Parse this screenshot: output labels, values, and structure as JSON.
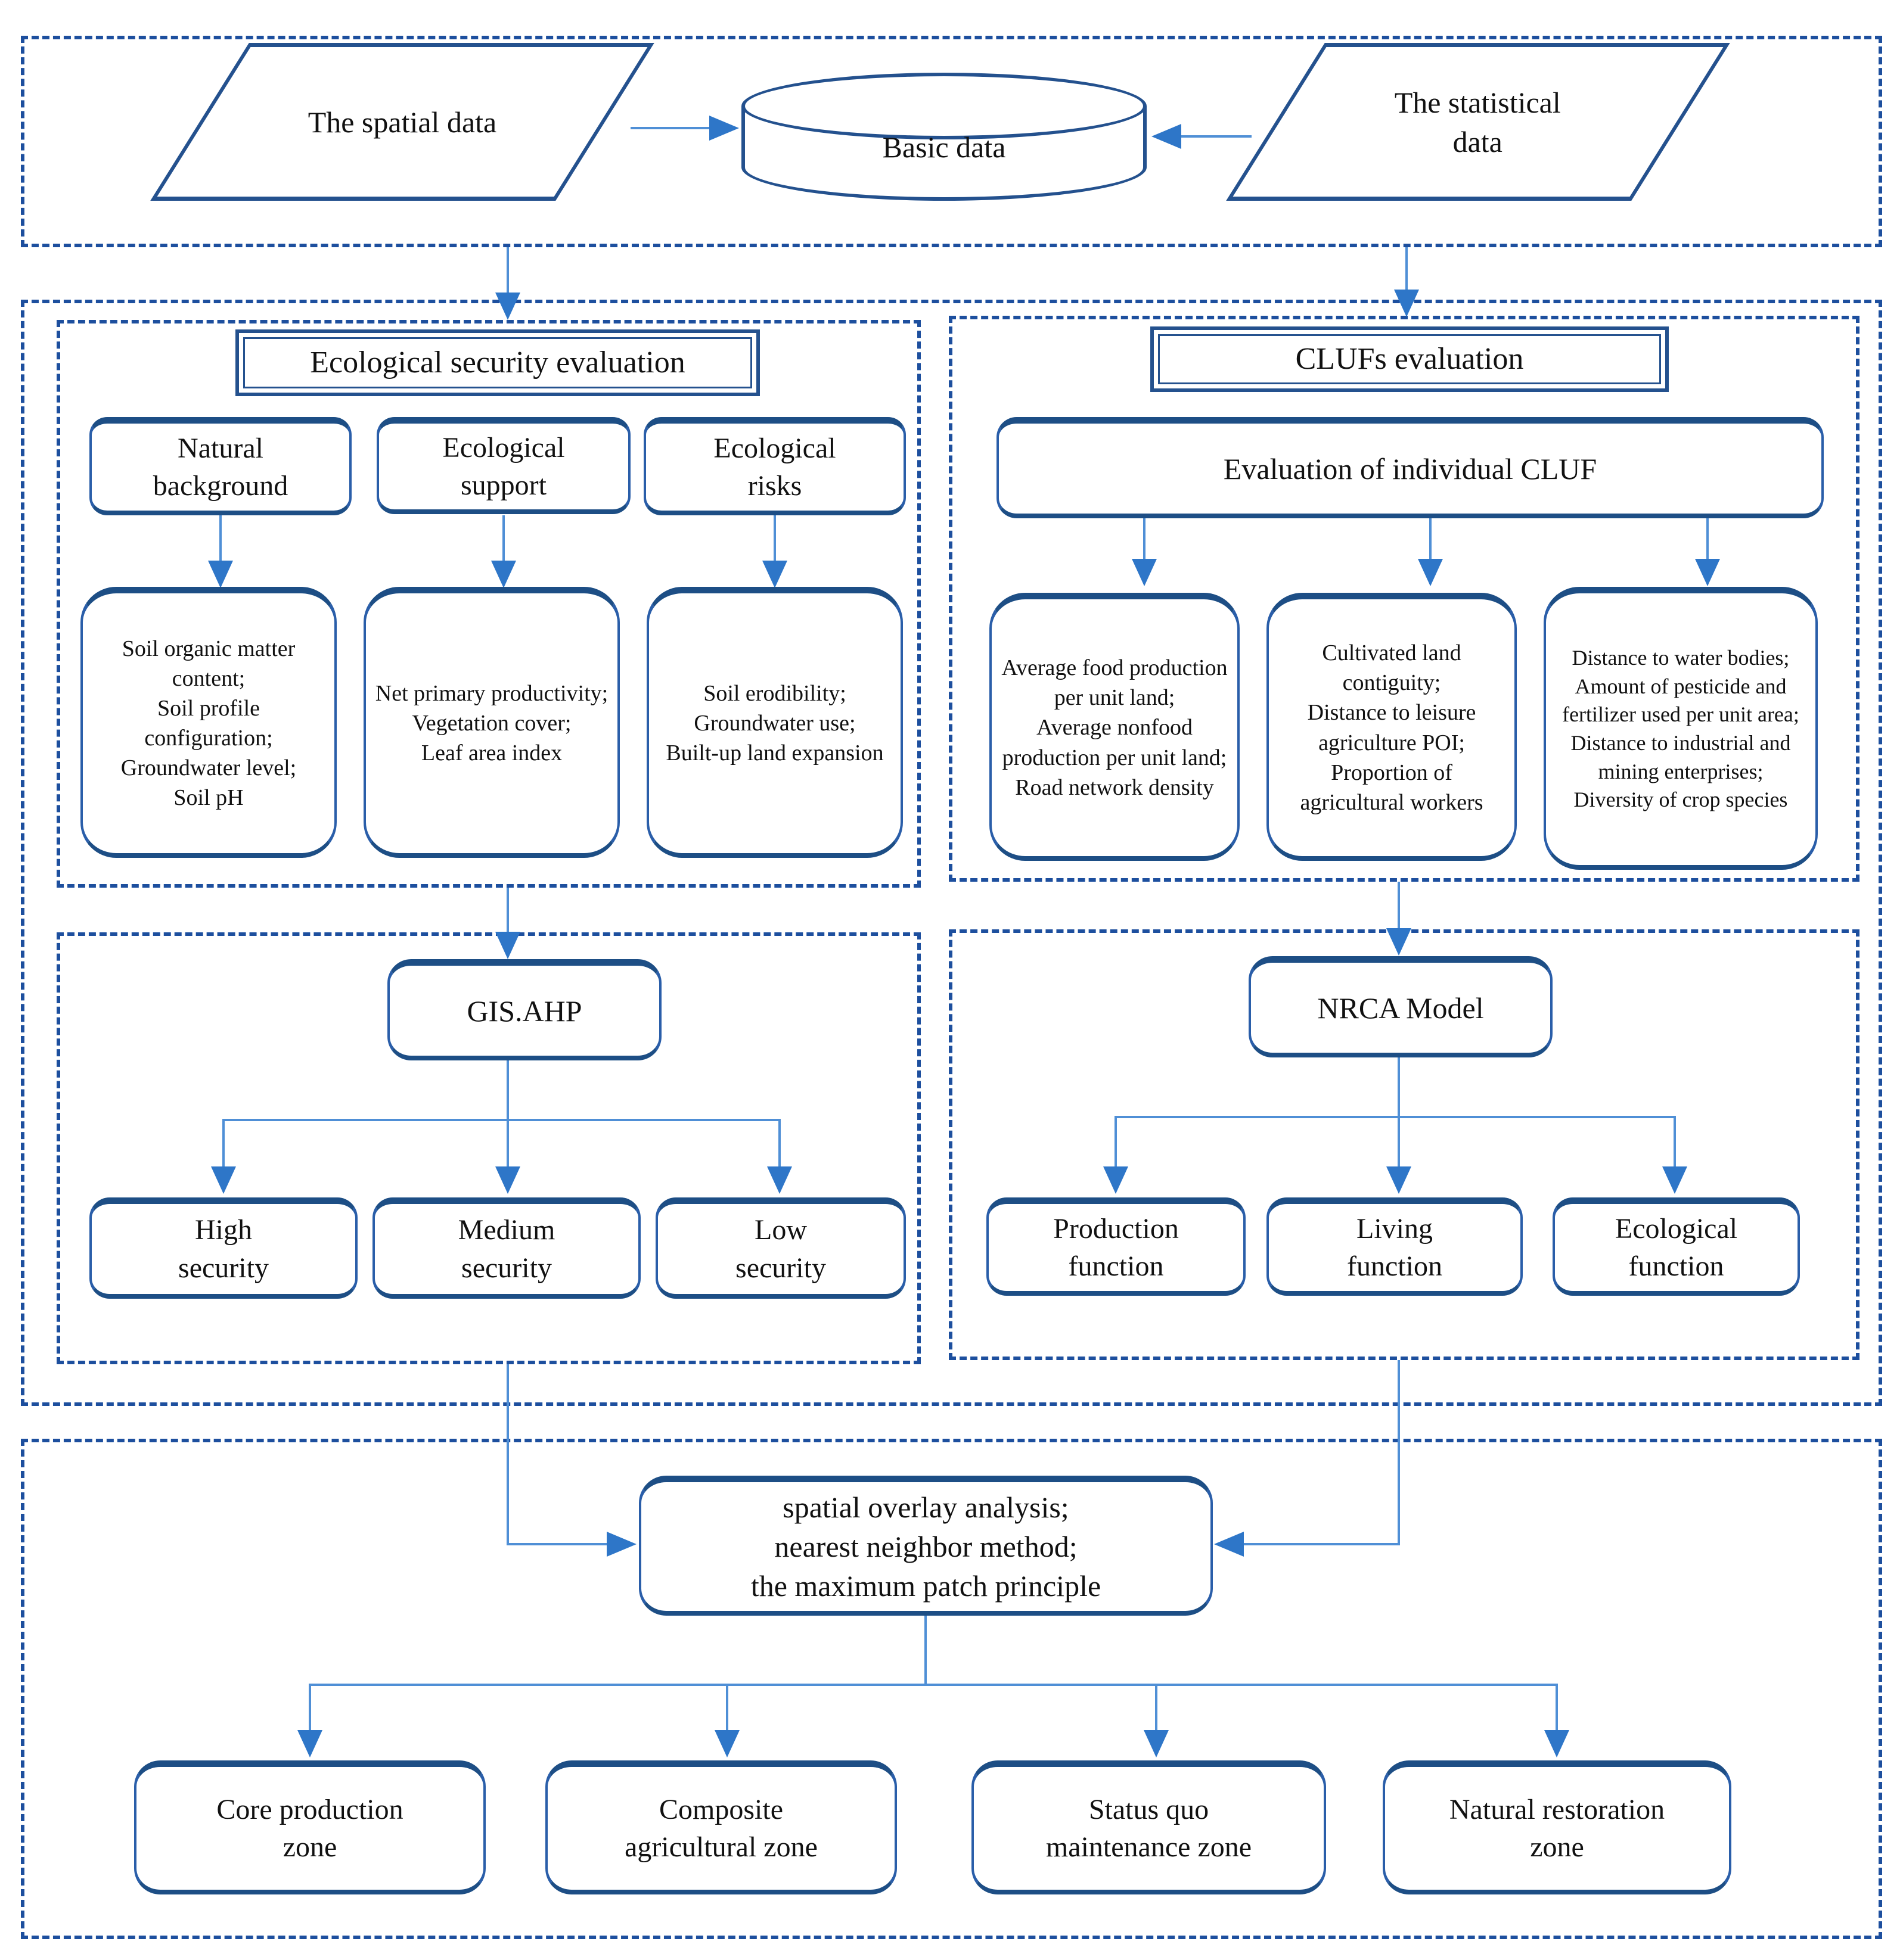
{
  "top": {
    "spatial_label": "The spatial data",
    "basic_label": "Basic data",
    "statistical_label": "The statistical\ndata"
  },
  "eco": {
    "title": "Ecological security evaluation",
    "categories": [
      "Natural\nbackground",
      "Ecological\nsupport",
      "Ecological\nrisks"
    ],
    "indicators": [
      "Soil organic matter content;\nSoil profile configuration;\nGroundwater level;\nSoil pH",
      "Net primary productivity;\nVegetation cover;\nLeaf area index",
      "Soil erodibility;\nGroundwater use;\nBuilt-up land expansion"
    ],
    "method": "GIS.AHP",
    "levels": [
      "High\nsecurity",
      "Medium\nsecurity",
      "Low\nsecurity"
    ]
  },
  "cluf": {
    "title": "CLUFs evaluation",
    "subtitle": "Evaluation of individual CLUF",
    "indicators": [
      "Average food production per unit land;\nAverage nonfood production per unit land;\nRoad network density",
      "Cultivated land contiguity;\nDistance to leisure agriculture POI;\nProportion of agricultural workers",
      "Distance to water bodies;\nAmount of pesticide and fertilizer used per unit area;\nDistance to industrial and mining enterprises;\nDiversity of crop species"
    ],
    "method": "NRCA Model",
    "functions": [
      "Production\nfunction",
      "Living\nfunction",
      "Ecological\nfunction"
    ]
  },
  "integration": {
    "methods": "spatial overlay analysis;\nnearest neighbor method;\nthe maximum patch principle"
  },
  "zones": [
    "Core production\nzone",
    "Composite\nagricultural zone",
    "Status quo\nmaintenance zone",
    "Natural restoration\nzone"
  ],
  "colors": {
    "frame_dash": "#1d4f9e",
    "node_border": "#2a5ea9",
    "node_border_dark": "#1d4e85",
    "arrow_line": "#4f8fd6",
    "arrow_head": "#2e76c8",
    "text": "#111111"
  }
}
